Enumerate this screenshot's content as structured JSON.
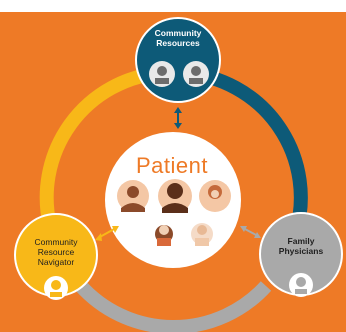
{
  "center": {
    "title": "Patient"
  },
  "nodes": {
    "community_resources": {
      "lines": [
        "Community",
        "Resources"
      ]
    },
    "navigator": {
      "lines": [
        "Community",
        "Resource",
        "Navigator"
      ]
    },
    "physicians": {
      "lines": [
        "Family",
        "Physicians"
      ]
    }
  },
  "colors": {
    "background": "#ee7a26",
    "top_node": "#0d5a78",
    "left_node": "#f8b818",
    "right_node": "#a9a9a9",
    "arc_left": "#f8b818",
    "arc_right": "#0d5a78",
    "arc_bottom": "#a9a9a9",
    "center_circle": "#ffffff",
    "title": "#ee7a26"
  },
  "icons": [
    "person-male-icon",
    "person-male-icon",
    "person-female-icon",
    "person-male-icon",
    "person-female-icon",
    "person-female-icon",
    "person-male-icon",
    "person-female-icon",
    "person-male-icon"
  ]
}
